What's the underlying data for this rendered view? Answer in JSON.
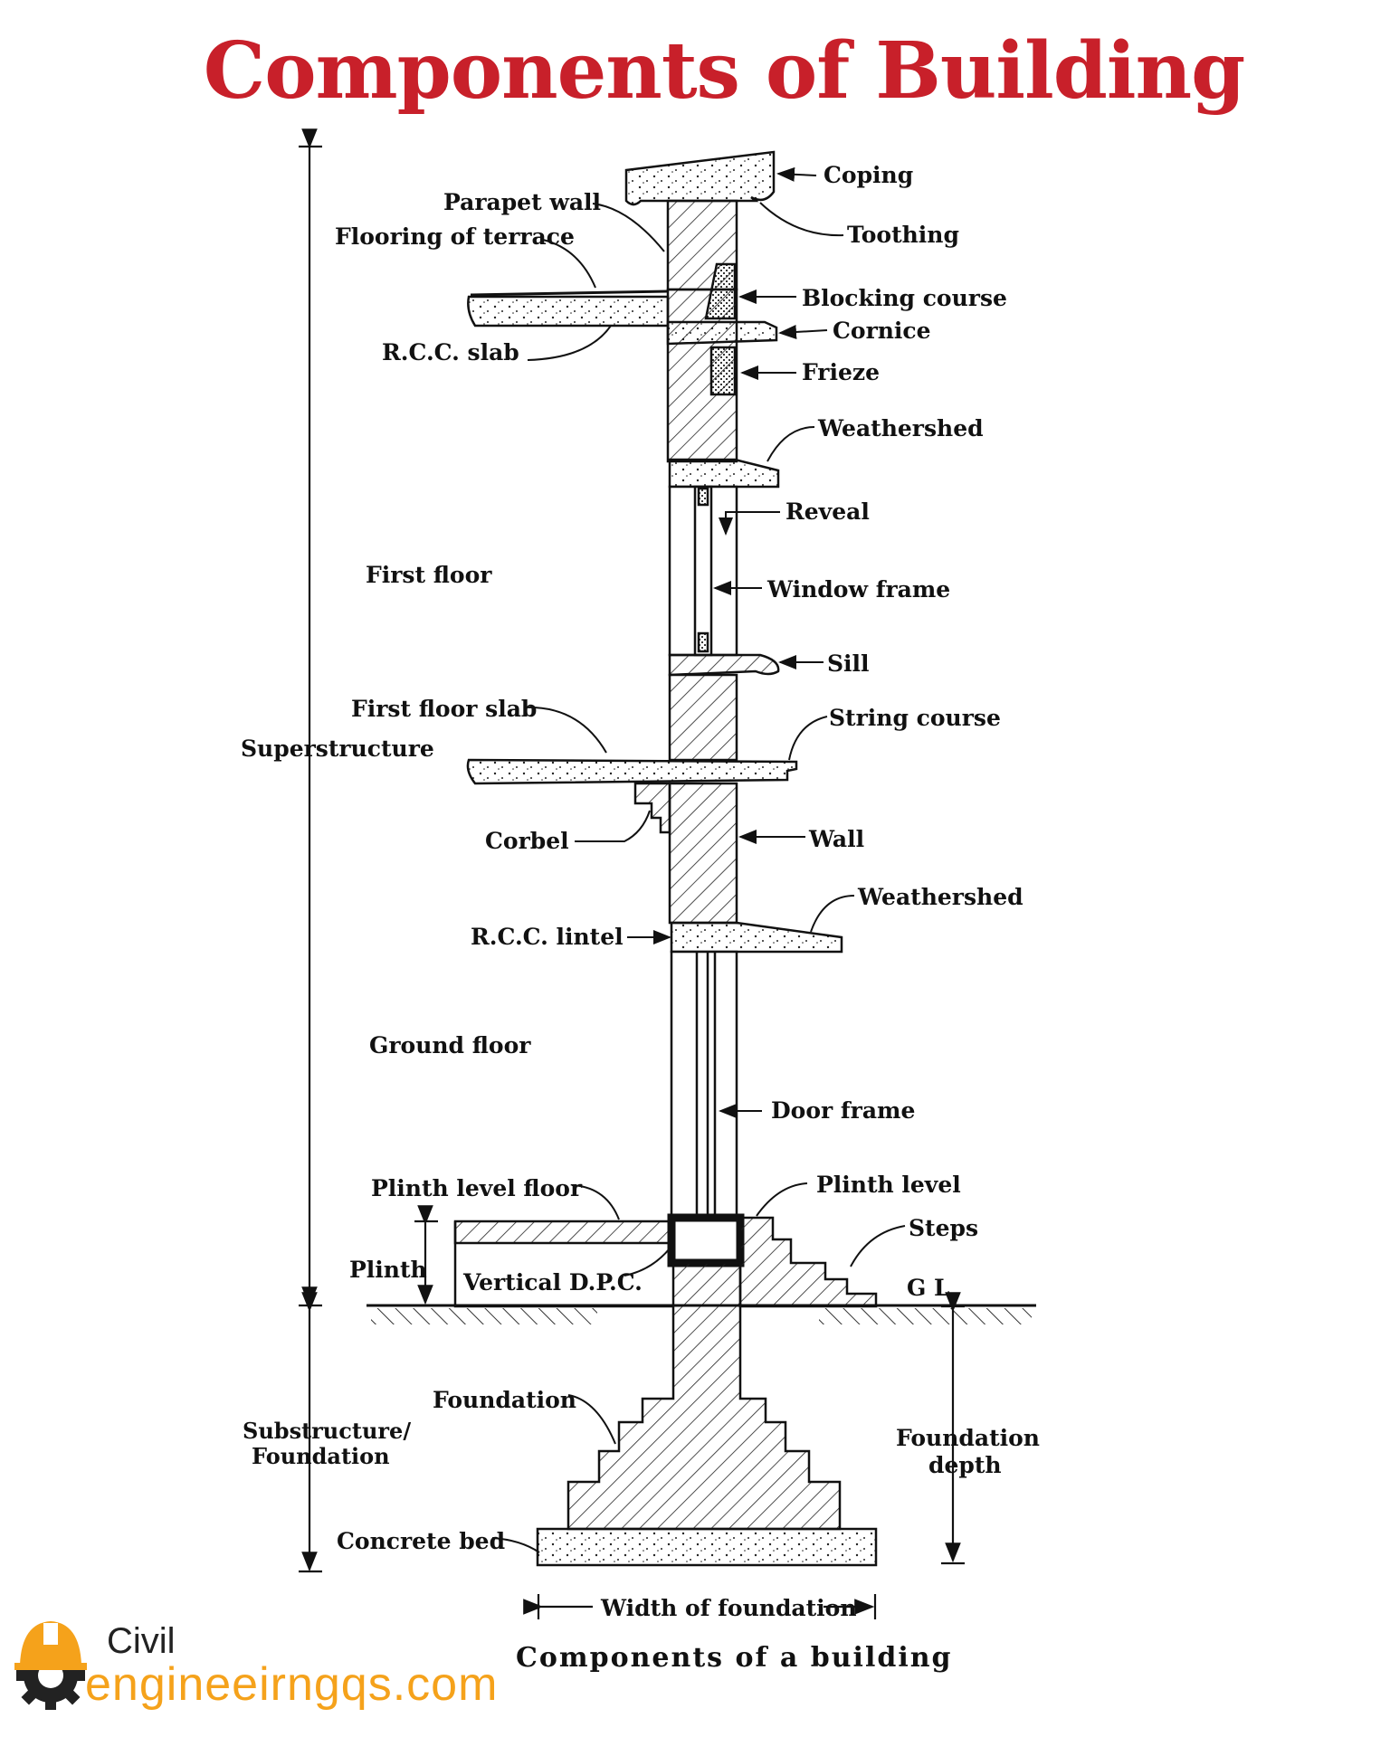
{
  "title": "Components of Building",
  "caption": "Components of a building",
  "labels": {
    "coping": "Coping",
    "parapet_wall": "Parapet wall",
    "toothing": "Toothing",
    "flooring_of_terrace": "Flooring of terrace",
    "blocking_course": "Blocking course",
    "cornice": "Cornice",
    "rcc_slab": "R.C.C. slab",
    "frieze": "Frieze",
    "weathershed_top": "Weathershed",
    "reveal": "Reveal",
    "first_floor": "First floor",
    "window_frame": "Window frame",
    "sill": "Sill",
    "first_floor_slab": "First floor slab",
    "string_course": "String course",
    "superstructure": "Superstructure",
    "corbel": "Corbel",
    "wall": "Wall",
    "weathershed_bottom": "Weathershed",
    "rcc_lintel": "R.C.C. lintel",
    "ground_floor": "Ground floor",
    "door_frame": "Door frame",
    "plinth_level_floor": "Plinth level floor",
    "plinth_level": "Plinth level",
    "steps": "Steps",
    "plinth": "Plinth",
    "vertical_dpc": "Vertical D.P.C.",
    "gl": "G L",
    "foundation": "Foundation",
    "substructure_line1": "Substructure/",
    "substructure_line2": "Foundation",
    "foundation_depth_line1": "Foundation",
    "foundation_depth_line2": "depth",
    "concrete_bed": "Concrete bed",
    "width_of_foundation": "Width of foundation"
  },
  "logo": {
    "civil": "Civil",
    "domain": "engineeirngqs.com"
  },
  "colors": {
    "title": "#c8202a",
    "logo_accent": "#f5a21b",
    "logo_dark": "#222222",
    "ink": "#111111"
  }
}
